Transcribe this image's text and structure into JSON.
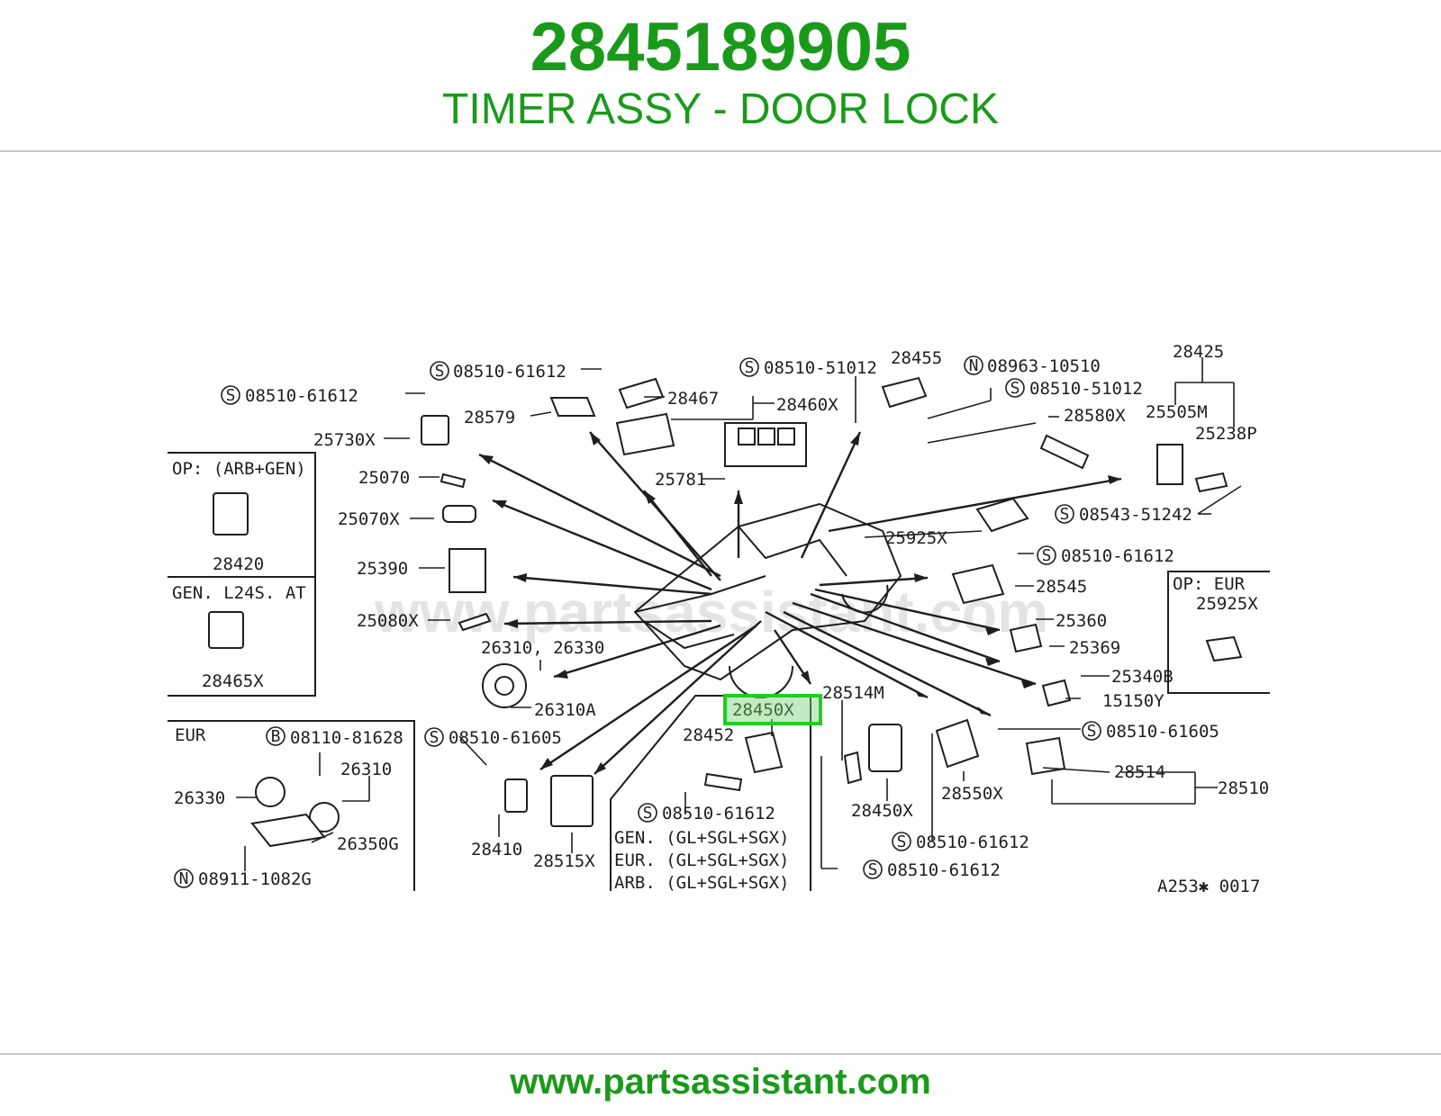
{
  "header": {
    "part_number": "2845189905",
    "part_name": "TIMER ASSY - DOOR LOCK"
  },
  "footer": {
    "url": "www.partsassistant.com"
  },
  "colors": {
    "brand_green": "#1a9a1a",
    "highlight": "#22cc22",
    "line": "#1e1e1e",
    "rule": "#c6c6c6"
  },
  "diagram": {
    "watermark": "www.partsassistant.com",
    "diagram_code": "A253✱ 0017",
    "highlighted_part": "28450X",
    "boxes": {
      "op_arb_gen": "OP: (ARB+GEN)",
      "gen_l24s_at": "GEN. L24S. AT",
      "eur": "EUR",
      "op_eur": "OP: EUR"
    },
    "variants": [
      "GEN. (GL+SGL+SGX)",
      "EUR. (GL+SGL+SGX)",
      "ARB. (GL+SGL+SGX)"
    ],
    "labels": {
      "l01": "08510-61612",
      "l02": "08510-61612",
      "l03": "28467",
      "l04": "28579",
      "l05": "08510-51012",
      "l06": "28460X",
      "l07": "28455",
      "l08": "08963-10510",
      "l09": "08510-51012",
      "l10": "28425",
      "l11": "25730X",
      "l12": "28580X",
      "l13": "25505M",
      "l14": "25238P",
      "l15": "25070",
      "l16": "25781",
      "l17": "25070X",
      "l18": "08543-51242",
      "l19": "25925X",
      "l20": "28420",
      "l21": "08510-61612",
      "l22": "25390",
      "l23": "28545",
      "l24": "25925X",
      "l25": "25360",
      "l26": "25080X",
      "l27": "25369",
      "l28": "26310, 26330",
      "l29": "25340B",
      "l30": "28465X",
      "l31": "28514M",
      "l32": "28450X",
      "l33": "15150Y",
      "l34": "26310A",
      "l35": "08510-61605",
      "l36": "08110-81628",
      "l37": "28452",
      "l38": "08510-61605",
      "l39": "26310",
      "l40": "28514",
      "l41": "28510",
      "l42": "26330",
      "l43": "08510-61612",
      "l44": "28450X",
      "l45": "28550X",
      "l46": "26350G",
      "l47": "28410",
      "l48": "28515X",
      "l49": "08510-61612",
      "l50": "08510-61612",
      "l51": "08911-1082G"
    }
  }
}
